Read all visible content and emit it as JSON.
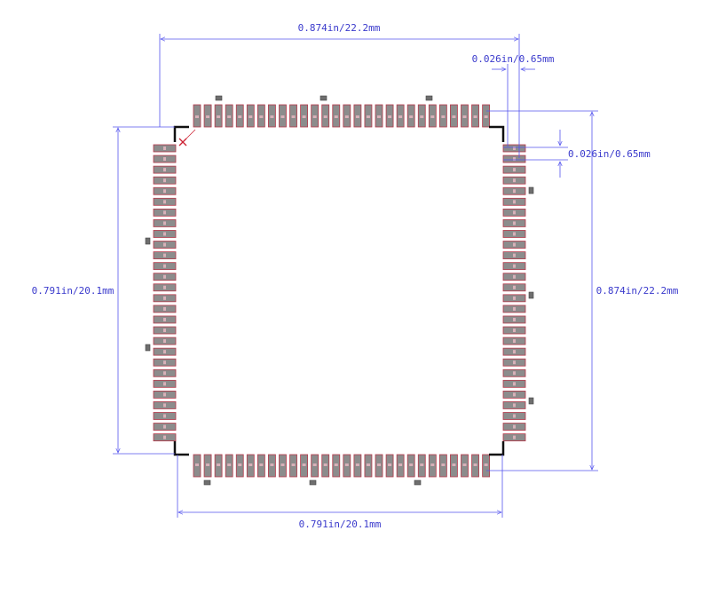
{
  "colors": {
    "dimension": "#5555ee",
    "dimension_text": "#3a3acc",
    "pad_fill": "#8c8c8c",
    "pad_outline": "#b5394a",
    "pad_marker": "#d8b0b8",
    "outline": "#111111",
    "pin1_marker": "#cc2233",
    "background": "#ffffff"
  },
  "package": {
    "pins_per_side": 28,
    "pin_pitch": "0.026in/0.65mm"
  },
  "dimensions": {
    "top_overall_width": "0.874in/22.2mm",
    "pitch_top": "0.026in/0.65mm",
    "pitch_right": "0.026in/0.65mm",
    "left_body_height": "0.791in/20.1mm",
    "right_overall_height": "0.874in/22.2mm",
    "bottom_body_width": "0.791in/20.1mm"
  },
  "icons": {
    "pin1": "pin1-cross-icon"
  }
}
